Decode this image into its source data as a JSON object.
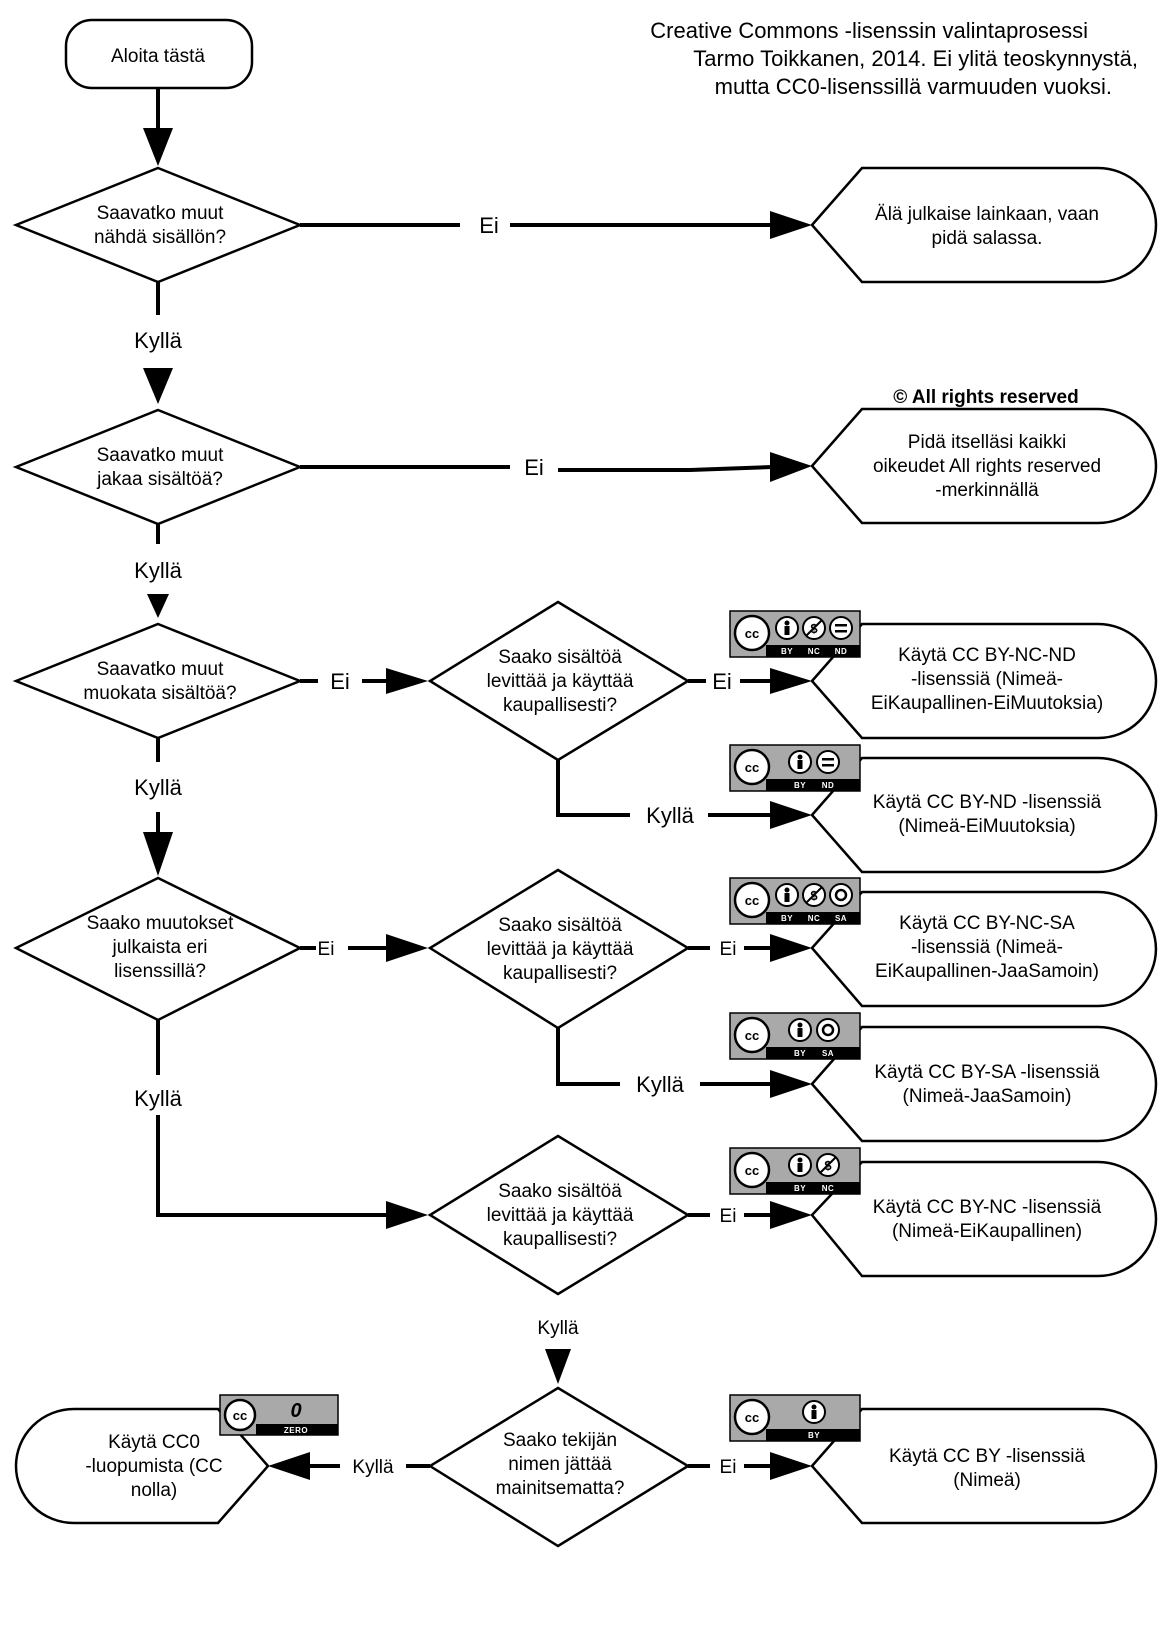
{
  "title": {
    "line1": "Creative Commons -lisenssin valintaprosessi",
    "line2": "Tarmo Toikkanen, 2014. Ei ylitä teoskynnystä,",
    "line3": "mutta CC0-lisenssillä varmuuden vuoksi."
  },
  "nodes": {
    "start": "Aloita tästä",
    "q1": [
      "Saavatko muut",
      "nähdä sisällön?"
    ],
    "q2": [
      "Saavatko muut",
      "jakaa sisältöä?"
    ],
    "q3": [
      "Saavatko muut",
      "muokata sisältöä?"
    ],
    "q4": [
      "Saako muutokset",
      "julkaista eri",
      "lisenssillä?"
    ],
    "q5": [
      "Saako sisältöä",
      "levittää ja käyttää",
      "kaupallisesti?"
    ],
    "q6": [
      "Saako sisältöä",
      "levittää ja käyttää",
      "kaupallisesti?"
    ],
    "q7": [
      "Saako sisältöä",
      "levittää ja käyttää",
      "kaupallisesti?"
    ],
    "q8": [
      "Saako tekijän",
      "nimen jättää",
      "mainitsematta?"
    ],
    "r_private": [
      "Älä julkaise lainkaan, vaan",
      "pidä salassa."
    ],
    "r_arr": [
      "Pidä itselläsi kaikki",
      "oikeudet All rights reserved",
      "-merkinnällä"
    ],
    "r_byncnd": [
      "Käytä CC BY-NC-ND",
      "-lisenssiä (Nimeä-",
      "EiKaupallinen-EiMuutoksia)"
    ],
    "r_bynd": [
      "Käytä CC BY-ND -lisenssiä",
      "(Nimeä-EiMuutoksia)"
    ],
    "r_byncsa": [
      "Käytä CC BY-NC-SA",
      "-lisenssiä (Nimeä-",
      "EiKaupallinen-JaaSamoin)"
    ],
    "r_bysa": [
      "Käytä CC BY-SA -lisenssiä",
      "(Nimeä-JaaSamoin)"
    ],
    "r_bync": [
      "Käytä CC BY-NC -lisenssiä",
      "(Nimeä-EiKaupallinen)"
    ],
    "r_by": [
      "Käytä CC BY -lisenssiä",
      "(Nimeä)"
    ],
    "r_cc0": [
      "Käytä CC0",
      "-luopumista (CC",
      "nolla)"
    ]
  },
  "arr_label": "© All rights reserved",
  "edges": {
    "no": "Ei",
    "yes": "Kyllä"
  },
  "badges": {
    "cc": "cc",
    "by": "BY",
    "nc": "NC",
    "nd": "ND",
    "sa": "SA",
    "zero": "ZERO",
    "zero_glyph": "0"
  }
}
